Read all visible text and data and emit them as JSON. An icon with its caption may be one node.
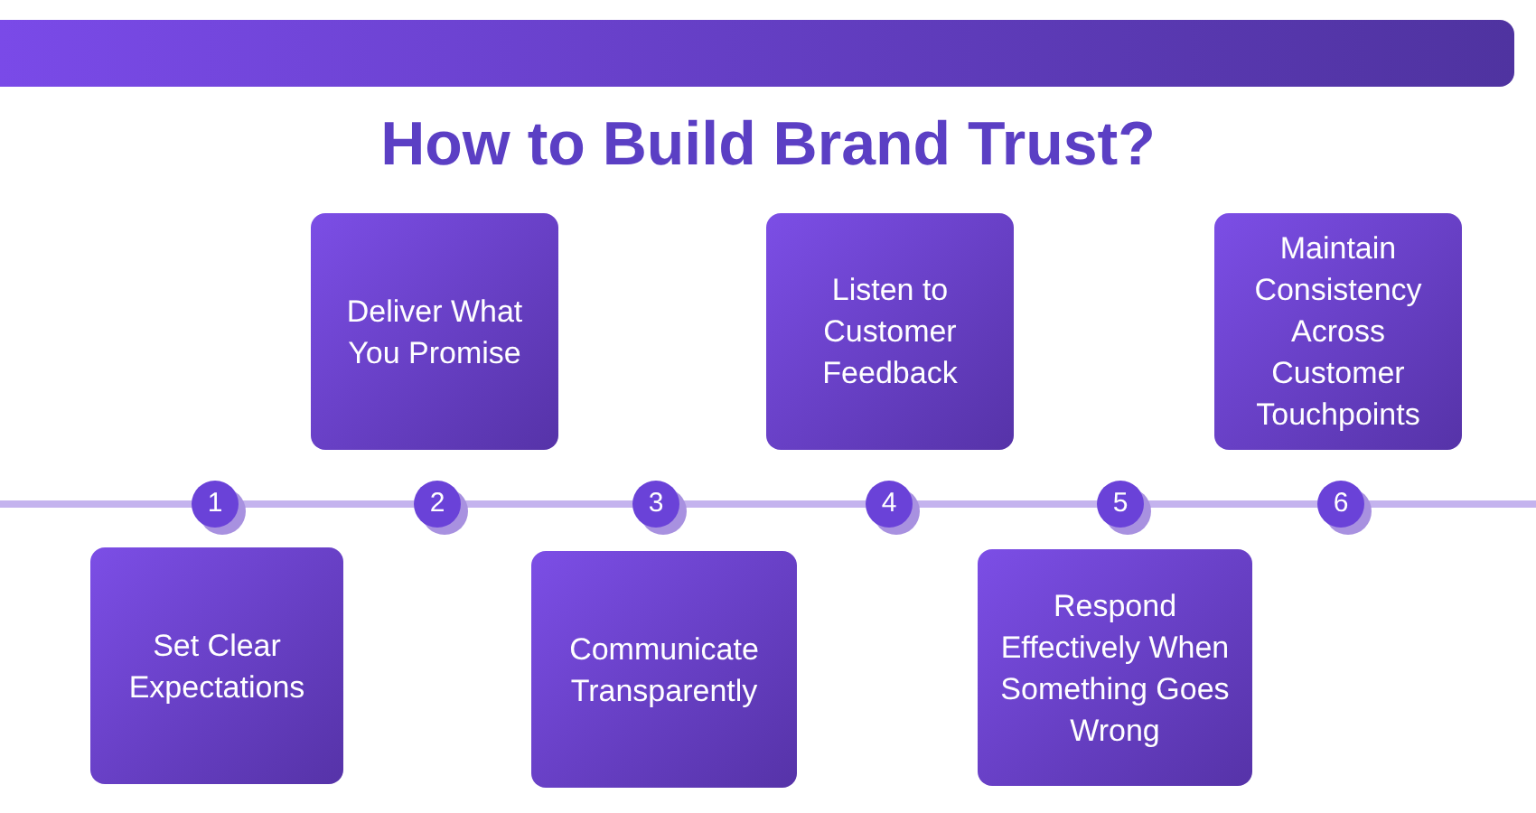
{
  "diagram": {
    "title": "How to Build Brand Trust?",
    "nodes": [
      {
        "text": [
          "Set Clear Expectations"
        ]
      },
      {
        "text": [
          "Deliver What You Promise"
        ]
      },
      {
        "text": [
          "Communicate Transparently"
        ]
      },
      {
        "text": [
          "Listen to Customer Feedback"
        ]
      },
      {
        "text": [
          "Respond Effectively When Something Goes Wrong"
        ]
      },
      {
        "text": [
          "Maintain Consistency Across Customer Touchpoints"
        ]
      },
      {
        "text": [
          "1"
        ]
      },
      {
        "text": [
          "2"
        ]
      },
      {
        "text": [
          "3"
        ]
      },
      {
        "text": [
          "4"
        ]
      },
      {
        "text": [
          "5"
        ]
      },
      {
        "text": [
          "6"
        ]
      },
      {
        "text": [],
        "shape": "bar"
      }
    ],
    "edges": []
  }
}
